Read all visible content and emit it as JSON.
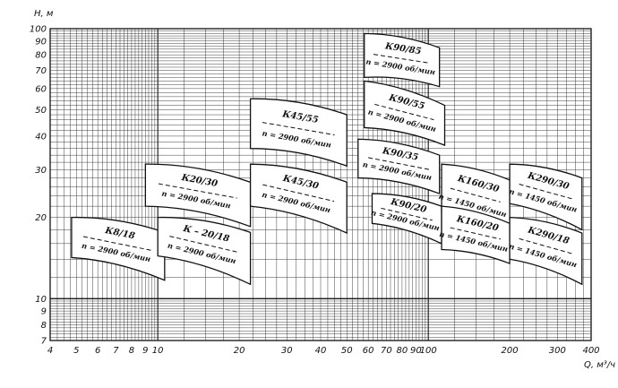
{
  "chart_data": {
    "type": "scatter",
    "x_label": "Q, м³/ч",
    "y_label": "H, м",
    "x_scale": "log",
    "y_scale": "log",
    "xlim": [
      4,
      400
    ],
    "ylim": [
      7,
      100
    ],
    "x_ticks": [
      4,
      5,
      6,
      7,
      8,
      9,
      10,
      20,
      30,
      40,
      50,
      60,
      70,
      80,
      90,
      100,
      200,
      300,
      400
    ],
    "x_tick_labels": [
      "4",
      "5",
      "6",
      "7",
      "8",
      "9",
      "10",
      "20",
      "30",
      "40",
      "50",
      "60",
      "70",
      "80",
      "90",
      "100",
      "200",
      "300",
      "400"
    ],
    "y_ticks": [
      7,
      8,
      9,
      10,
      20,
      30,
      40,
      50,
      60,
      70,
      80,
      90,
      100
    ],
    "y_tick_labels": [
      "7",
      "8",
      "9",
      "10",
      "20",
      "30",
      "40",
      "50",
      "60",
      "70",
      "80",
      "90",
      "100"
    ],
    "grid": true,
    "zones": [
      {
        "name": "К8/18",
        "speed": "n = 2900 об/мин",
        "q_min": 4.8,
        "q_max": 10.6,
        "h_top_left": 20.0,
        "h_top_right": 17.6,
        "h_bottom_left": 14.2,
        "h_bottom_right": 11.7
      },
      {
        "name": "К20/30",
        "speed": "n = 2900 об/мин",
        "q_min": 9.0,
        "q_max": 22.0,
        "h_top_left": 31.5,
        "h_top_right": 27.0,
        "h_bottom_left": 22.0,
        "h_bottom_right": 18.5
      },
      {
        "name": "К – 20/18",
        "speed": "n = 2900 об/мин",
        "q_min": 10.0,
        "q_max": 22.0,
        "h_top_left": 20.0,
        "h_top_right": 17.6,
        "h_bottom_left": 14.4,
        "h_bottom_right": 11.3
      },
      {
        "name": "К45/55",
        "speed": "n = 2900 об/мин",
        "q_min": 22.0,
        "q_max": 50.0,
        "h_top_left": 55.0,
        "h_top_right": 48.0,
        "h_bottom_left": 36.0,
        "h_bottom_right": 31.0
      },
      {
        "name": "К45/30",
        "speed": "n = 2900 об/мин",
        "q_min": 22.0,
        "q_max": 50.0,
        "h_top_left": 31.5,
        "h_top_right": 27.0,
        "h_bottom_left": 22.0,
        "h_bottom_right": 17.5
      },
      {
        "name": "К90/85",
        "speed": "n = 2900 об/мин",
        "q_min": 58.0,
        "q_max": 110.0,
        "h_top_left": 96.0,
        "h_top_right": 85.0,
        "h_bottom_left": 66.0,
        "h_bottom_right": 61.0
      },
      {
        "name": "К90/55",
        "speed": "n = 2900 об/мин",
        "q_min": 58.0,
        "q_max": 115.0,
        "h_top_left": 64.0,
        "h_top_right": 52.0,
        "h_bottom_left": 43.0,
        "h_bottom_right": 37.0
      },
      {
        "name": "К90/35",
        "speed": "n = 2900 об/мин",
        "q_min": 55.0,
        "q_max": 110.0,
        "h_top_left": 39.0,
        "h_top_right": 34.0,
        "h_bottom_left": 28.0,
        "h_bottom_right": 24.5
      },
      {
        "name": "К90/20",
        "speed": "n = 2900 об/мин",
        "q_min": 62.0,
        "q_max": 112.0,
        "h_top_left": 24.5,
        "h_top_right": 22.0,
        "h_bottom_left": 19.0,
        "h_bottom_right": 16.0
      },
      {
        "name": "К160/30",
        "speed": "n = 1450 об/мин",
        "q_min": 112.0,
        "q_max": 200.0,
        "h_top_left": 31.5,
        "h_top_right": 27.5,
        "h_bottom_left": 21.0,
        "h_bottom_right": 17.5
      },
      {
        "name": "К160/20",
        "speed": "n = 1450 об/мин",
        "q_min": 112.0,
        "q_max": 200.0,
        "h_top_left": 22.0,
        "h_top_right": 19.0,
        "h_bottom_left": 15.2,
        "h_bottom_right": 13.5
      },
      {
        "name": "К290/30",
        "speed": "n = 1450 об/мин",
        "q_min": 200.0,
        "q_max": 370.0,
        "h_top_left": 31.5,
        "h_top_right": 28.0,
        "h_bottom_left": 22.5,
        "h_bottom_right": 18.0
      },
      {
        "name": "К290/18",
        "speed": "n = 1450 об/мин",
        "q_min": 200.0,
        "q_max": 370.0,
        "h_top_left": 20.0,
        "h_top_right": 17.5,
        "h_bottom_left": 14.0,
        "h_bottom_right": 11.3
      }
    ]
  }
}
